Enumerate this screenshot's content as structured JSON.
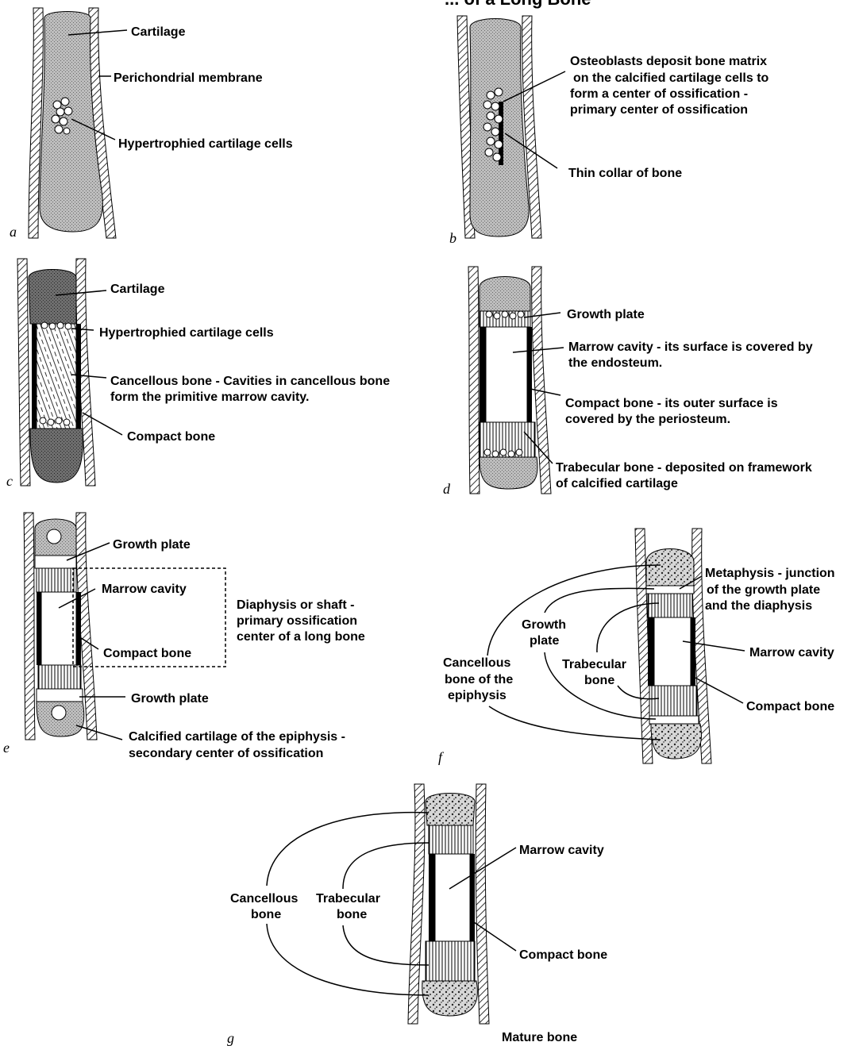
{
  "title": "... of a Long Bone",
  "panels": {
    "a": {
      "letter": "a",
      "labels": {
        "cartilage": "Cartilage",
        "perichondrial_membrane": "Perichondrial membrane",
        "hypertrophied": "Hypertrophied cartilage cells"
      }
    },
    "b": {
      "letter": "b",
      "labels": {
        "osteo_1": "Osteoblasts deposit bone matrix",
        "osteo_2": "on the calcified cartilage cells to",
        "osteo_3": "form a center of ossification -",
        "osteo_4": "primary center of ossification",
        "collar": "Thin collar of bone"
      }
    },
    "c": {
      "letter": "c",
      "labels": {
        "cartilage": "Cartilage",
        "hypertrophied": "Hypertrophied cartilage cells",
        "cancellous_1": "Cancellous bone - Cavities in cancellous bone",
        "cancellous_2": "form the primitive marrow cavity.",
        "compact": "Compact bone"
      }
    },
    "d": {
      "letter": "d",
      "labels": {
        "growth_plate": "Growth plate",
        "marrow_1": "Marrow cavity - its surface is covered by",
        "marrow_2": "the endosteum.",
        "compact_1": "Compact bone - its outer surface is",
        "compact_2": "covered by the periosteum.",
        "trabecular_1": "Trabecular bone - deposited on framework",
        "trabecular_2": "of calcified cartilage"
      }
    },
    "e": {
      "letter": "e",
      "labels": {
        "growth_plate_top": "Growth plate",
        "marrow": "Marrow cavity",
        "diaphysis_1": "Diaphysis or shaft -",
        "diaphysis_2": "primary ossification",
        "diaphysis_3": "center of a long bone",
        "compact": "Compact bone",
        "growth_plate_bottom": "Growth plate",
        "calcified_1": "Calcified cartilage of the epiphysis -",
        "calcified_2": "secondary center of ossification"
      }
    },
    "f": {
      "letter": "f",
      "labels": {
        "metaphysis_1": "Metaphysis - junction",
        "metaphysis_2": "of the growth plate",
        "metaphysis_3": "and the diaphysis",
        "growth_1": "Growth",
        "growth_2": "plate",
        "marrow": "Marrow cavity",
        "cancellous_1": "Cancellous",
        "cancellous_2": "bone of the",
        "cancellous_3": "epiphysis",
        "trabecular_1": "Trabecular",
        "trabecular_2": "bone",
        "compact": "Compact bone"
      }
    },
    "g": {
      "letter": "g",
      "caption": "Mature bone",
      "labels": {
        "marrow": "Marrow cavity",
        "cancellous_1": "Cancellous",
        "cancellous_2": "bone",
        "trabecular_1": "Trabecular",
        "trabecular_2": "bone",
        "compact": "Compact bone"
      }
    }
  },
  "colors": {
    "cartilage_fill": "#b9b9b9",
    "dense_cartilage_fill": "#5f5f5f",
    "compact_bone": "#000000",
    "marrow_cavity": "#ffffff",
    "line": "#000000"
  }
}
